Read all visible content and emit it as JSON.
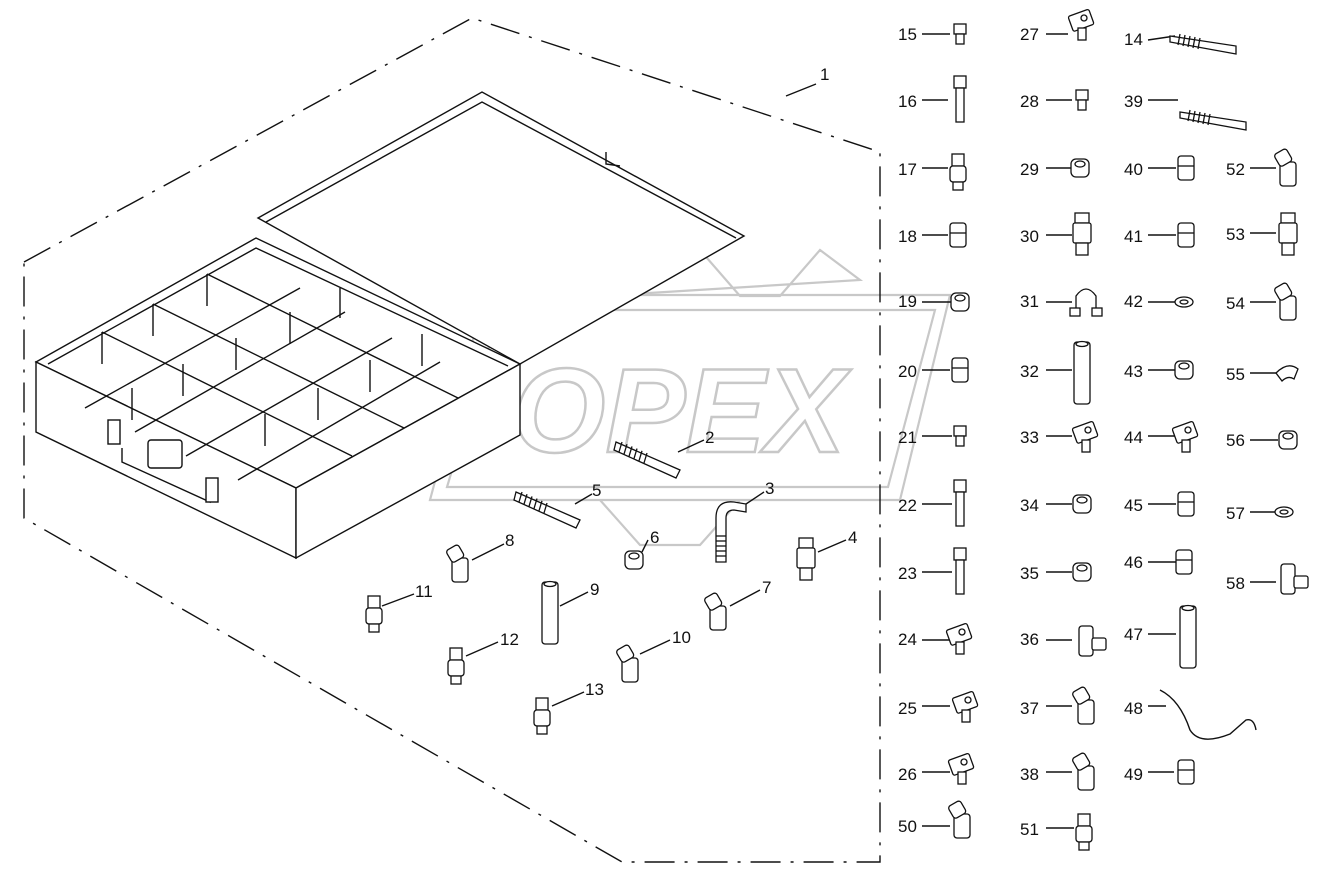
{
  "watermark": {
    "text": "OPEX"
  },
  "parts": [
    {
      "n": "1"
    },
    {
      "n": "2"
    },
    {
      "n": "3"
    },
    {
      "n": "4"
    },
    {
      "n": "5"
    },
    {
      "n": "6"
    },
    {
      "n": "7"
    },
    {
      "n": "8"
    },
    {
      "n": "9"
    },
    {
      "n": "10"
    },
    {
      "n": "11"
    },
    {
      "n": "12"
    },
    {
      "n": "13"
    },
    {
      "n": "14"
    },
    {
      "n": "15"
    },
    {
      "n": "16"
    },
    {
      "n": "17"
    },
    {
      "n": "18"
    },
    {
      "n": "19"
    },
    {
      "n": "20"
    },
    {
      "n": "21"
    },
    {
      "n": "22"
    },
    {
      "n": "23"
    },
    {
      "n": "24"
    },
    {
      "n": "25"
    },
    {
      "n": "26"
    },
    {
      "n": "27"
    },
    {
      "n": "28"
    },
    {
      "n": "29"
    },
    {
      "n": "30"
    },
    {
      "n": "31"
    },
    {
      "n": "32"
    },
    {
      "n": "33"
    },
    {
      "n": "34"
    },
    {
      "n": "35"
    },
    {
      "n": "36"
    },
    {
      "n": "37"
    },
    {
      "n": "38"
    },
    {
      "n": "39"
    },
    {
      "n": "40"
    },
    {
      "n": "41"
    },
    {
      "n": "42"
    },
    {
      "n": "43"
    },
    {
      "n": "44"
    },
    {
      "n": "45"
    },
    {
      "n": "46"
    },
    {
      "n": "47"
    },
    {
      "n": "48"
    },
    {
      "n": "49"
    },
    {
      "n": "50"
    },
    {
      "n": "51"
    },
    {
      "n": "52"
    },
    {
      "n": "53"
    },
    {
      "n": "54"
    },
    {
      "n": "55"
    },
    {
      "n": "56"
    },
    {
      "n": "57"
    },
    {
      "n": "58"
    }
  ]
}
